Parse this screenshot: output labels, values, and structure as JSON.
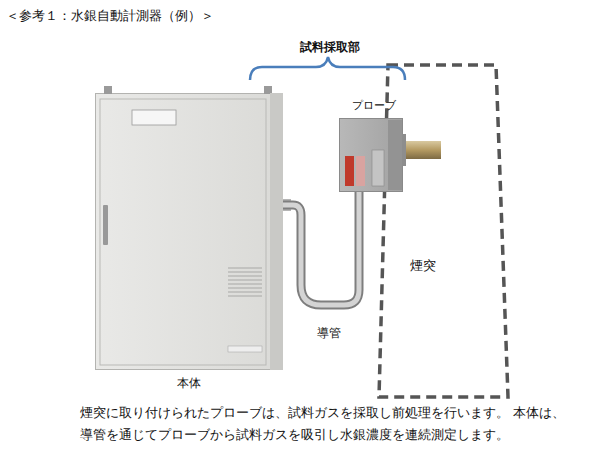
{
  "diagram": {
    "title": "＜参考１：水銀自動計測器（例）＞",
    "caption": "煙突に取り付けられたプローブは、試料ガスを採取し前処理を行います。 本体は、導管を通じてプローブから試料ガスを吸引し水銀濃度を連続測定します。",
    "nodes": [
      {
        "text": [
          "本体"
        ]
      },
      {
        "text": [
          "プローブ"
        ]
      },
      {
        "text": [
          "煙突"
        ]
      }
    ],
    "edges": [
      {
        "from": 0,
        "to": 1,
        "label": "導管",
        "arrow": "none"
      }
    ],
    "labels": [
      "試料採取部"
    ]
  }
}
